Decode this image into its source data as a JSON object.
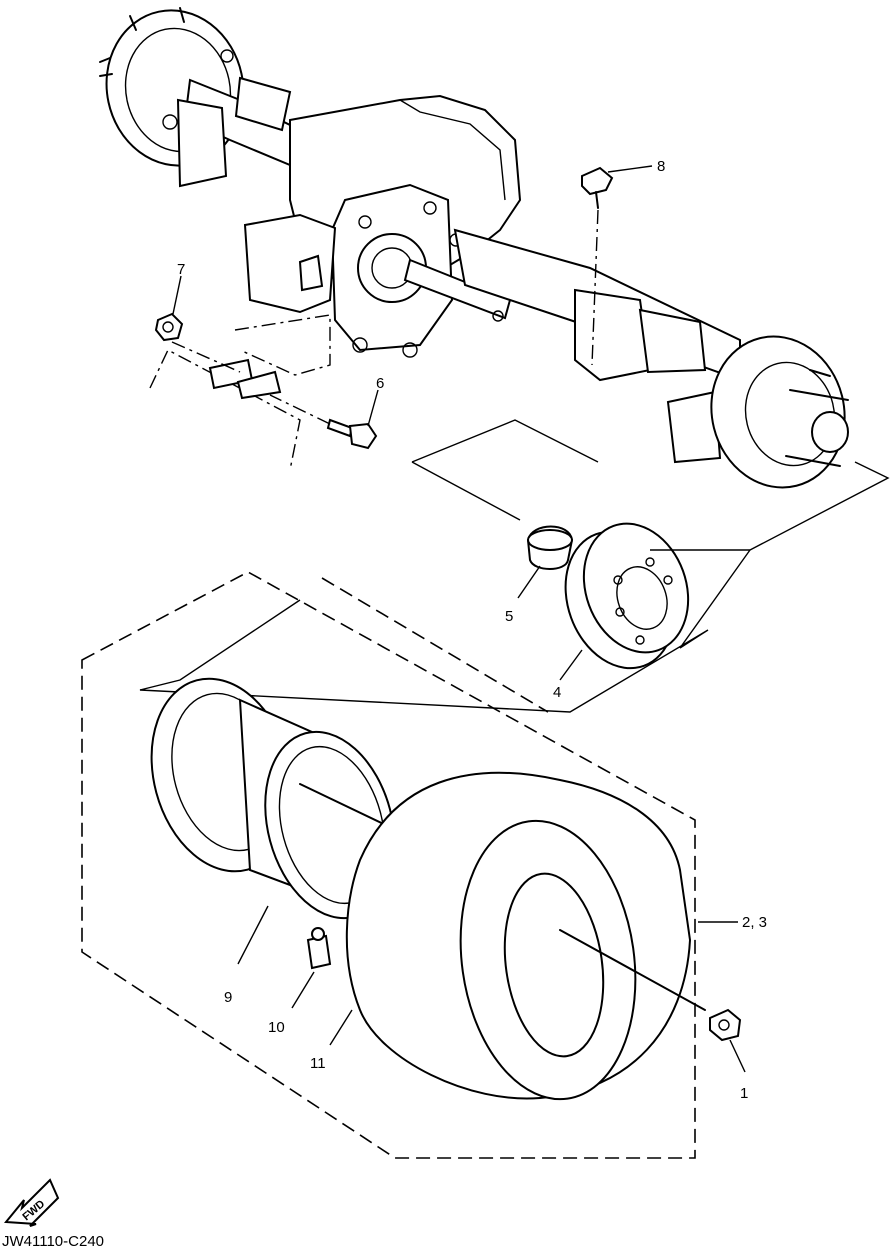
{
  "callouts": [
    {
      "id": "1",
      "label": "1"
    },
    {
      "id": "2-3",
      "label": "2, 3"
    },
    {
      "id": "4",
      "label": "4"
    },
    {
      "id": "5",
      "label": "5"
    },
    {
      "id": "6",
      "label": "6"
    },
    {
      "id": "7",
      "label": "7"
    },
    {
      "id": "8",
      "label": "8"
    },
    {
      "id": "9",
      "label": "9"
    },
    {
      "id": "10",
      "label": "10"
    },
    {
      "id": "11",
      "label": "11"
    }
  ],
  "fwd_badge": {
    "label": "FWD"
  },
  "drawing_code": "JW41110-C240"
}
